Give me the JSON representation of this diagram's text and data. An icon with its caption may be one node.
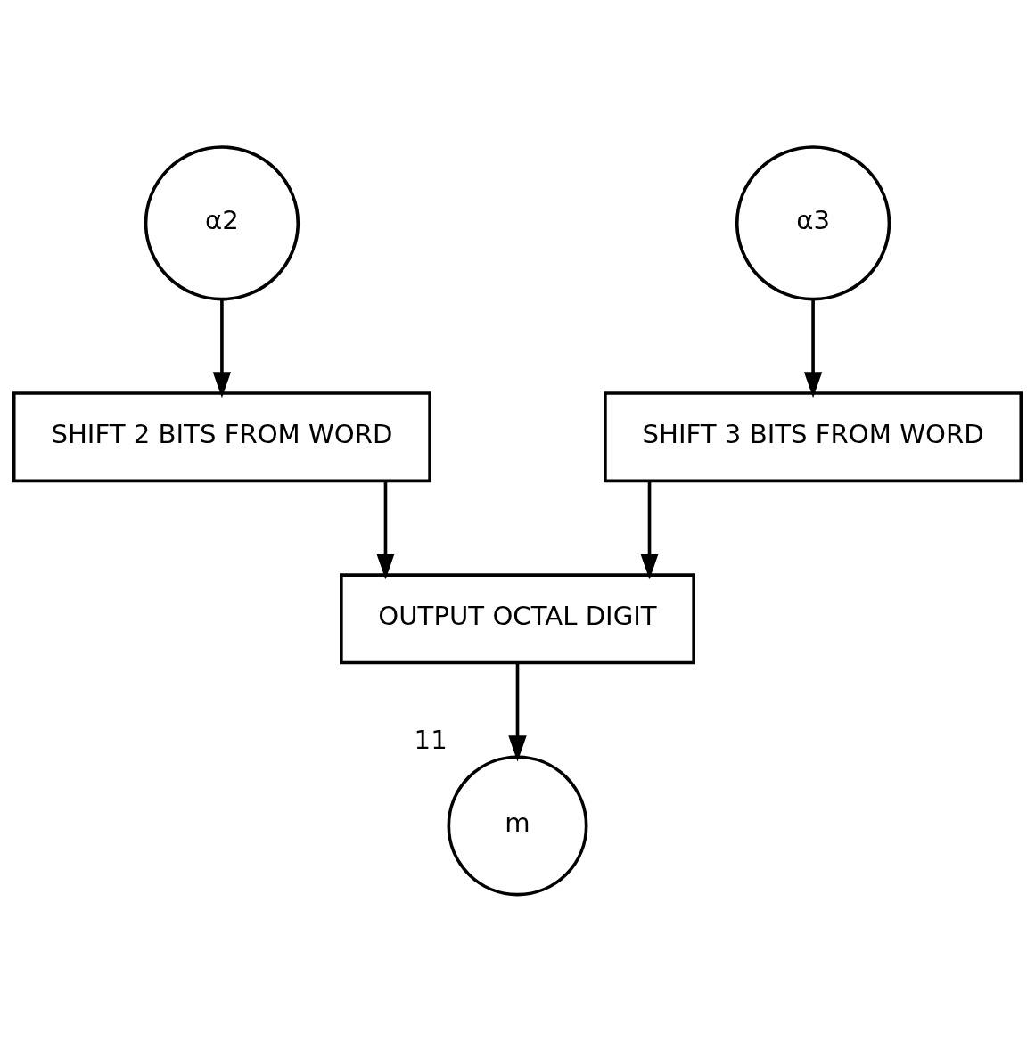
{
  "diagram": {
    "nodes": [
      {
        "text": [
          "α2"
        ]
      },
      {
        "text": [
          "α3"
        ]
      },
      {
        "text": [
          "SHIFT 2 BITS FROM WORD"
        ]
      },
      {
        "text": [
          "SHIFT 3 BITS FROM WORD"
        ]
      },
      {
        "text": [
          "OUTPUT OCTAL DIGIT"
        ]
      },
      {
        "text": [
          "m"
        ],
        "beside": [
          "11"
        ]
      }
    ],
    "edges": [
      {
        "from": 0,
        "to": 2,
        "arrow": "to"
      },
      {
        "from": 1,
        "to": 3,
        "arrow": "to"
      },
      {
        "from": 2,
        "to": 4,
        "arrow": "to"
      },
      {
        "from": 3,
        "to": 4,
        "arrow": "to"
      },
      {
        "from": 4,
        "to": 5,
        "arrow": "to"
      }
    ]
  }
}
